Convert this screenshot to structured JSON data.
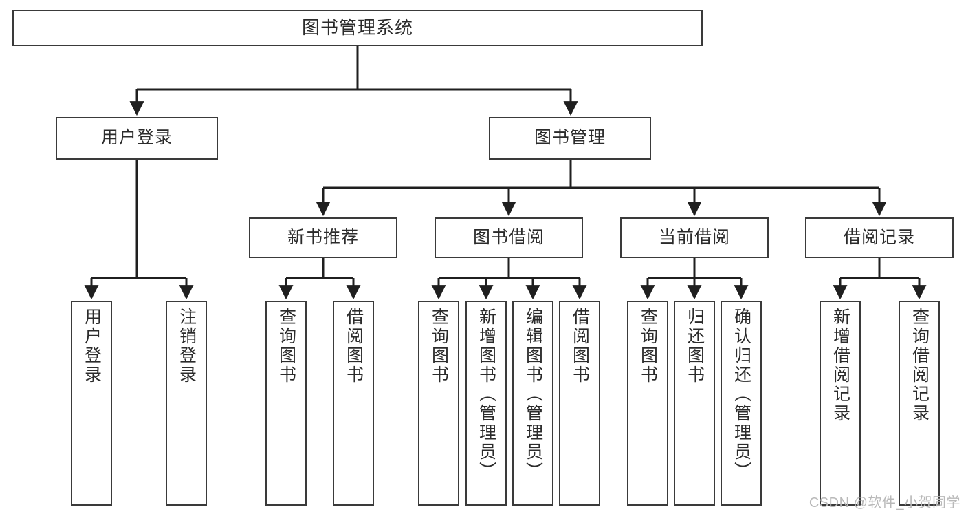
{
  "diagram": {
    "type": "tree",
    "title": "图书管理系统",
    "orientation": "top-down",
    "colors": {
      "box_border": "#3a3a3a",
      "box_fill": "#ffffff",
      "edge": "#1f1f1f",
      "text": "#2b2b2b",
      "watermark": "#b9b9b9",
      "background": "#ffffff"
    },
    "root": {
      "label": "图书管理系统"
    },
    "level2": [
      {
        "label": "用户登录"
      },
      {
        "label": "图书管理"
      }
    ],
    "level3": [
      {
        "label": "新书推荐"
      },
      {
        "label": "图书借阅"
      },
      {
        "label": "当前借阅"
      },
      {
        "label": "借阅记录"
      }
    ],
    "leaves": {
      "user_login": [
        {
          "label": "用户登录"
        },
        {
          "label": "注销登录"
        }
      ],
      "new_book": [
        {
          "label": "查询图书"
        },
        {
          "label": "借阅图书"
        }
      ],
      "book_borrow": [
        {
          "label": "查询图书"
        },
        {
          "label": "新增图书（管理员）"
        },
        {
          "label": "编辑图书（管理员）"
        },
        {
          "label": "借阅图书"
        }
      ],
      "current_borrow": [
        {
          "label": "查询图书"
        },
        {
          "label": "归还图书"
        },
        {
          "label": "确认归还（管理员）"
        }
      ],
      "borrow_record": [
        {
          "label": "新增借阅记录"
        },
        {
          "label": "查询借阅记录"
        }
      ]
    }
  },
  "watermark": {
    "text": "CSDN @软件_小贺同学"
  }
}
